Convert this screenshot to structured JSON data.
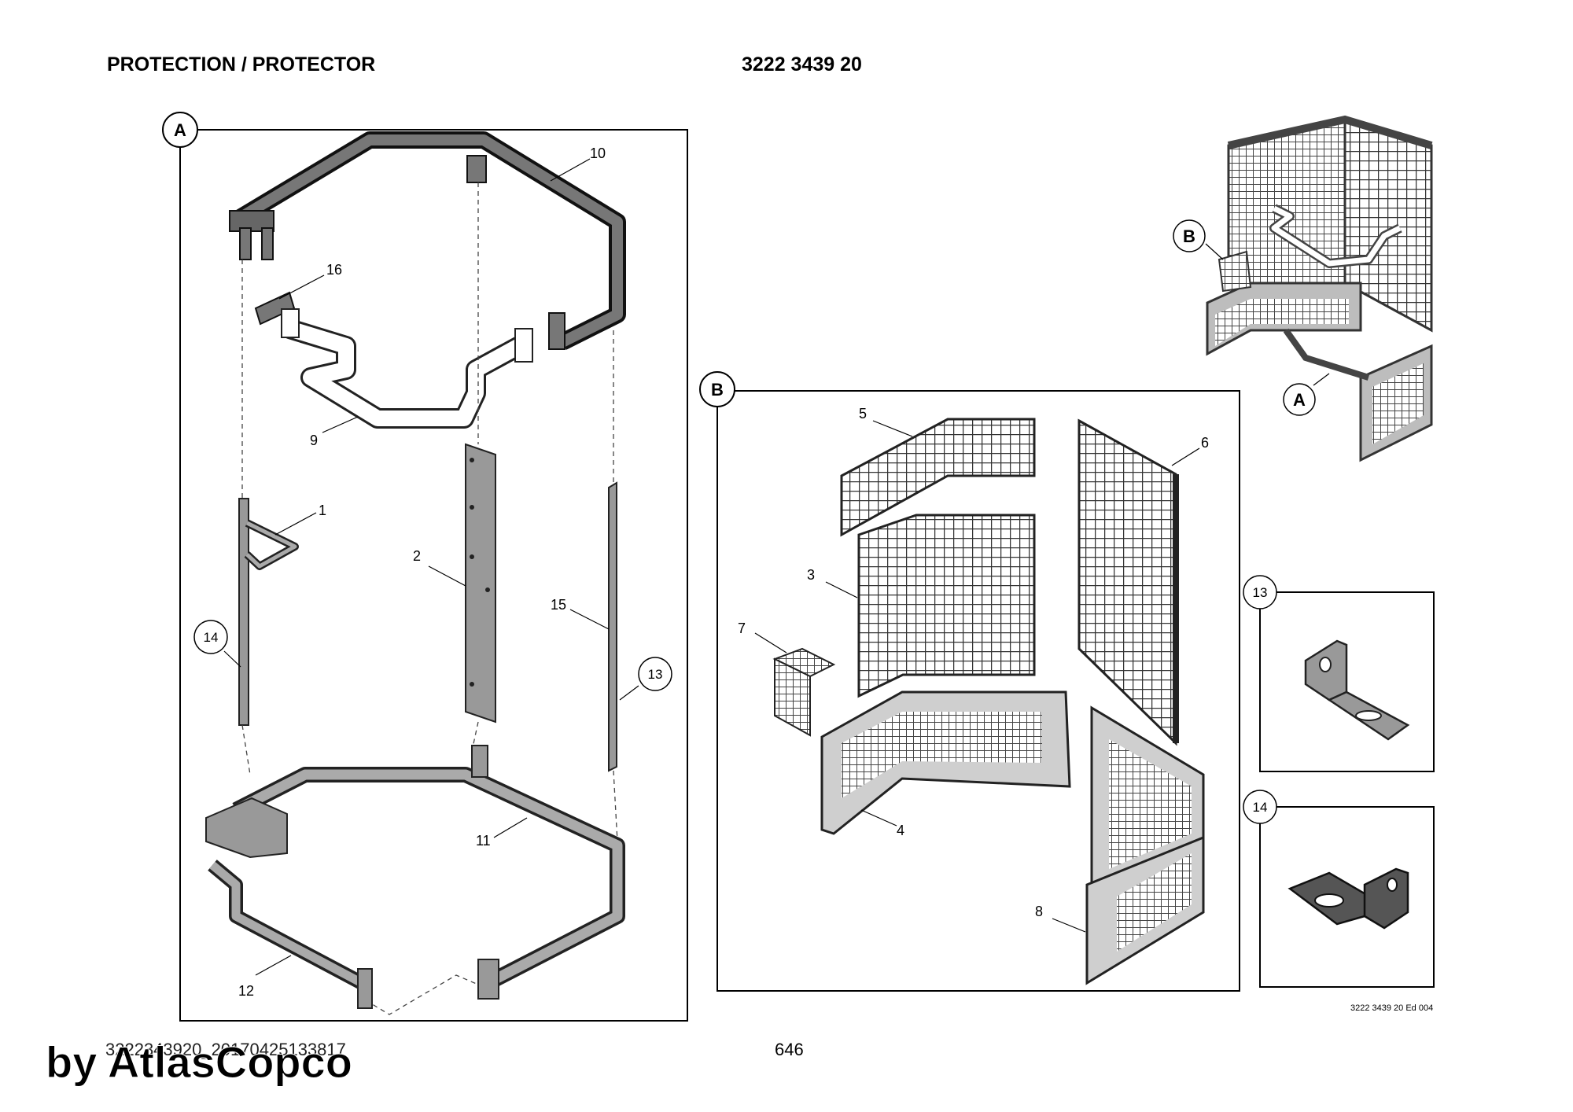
{
  "header": {
    "title": "PROTECTION / PROTECTOR",
    "part_number": "3222 3439 20"
  },
  "views": {
    "a": "A",
    "b": "B"
  },
  "callouts": {
    "c1": "1",
    "c2": "2",
    "c3": "3",
    "c4": "4",
    "c5": "5",
    "c6": "6",
    "c7": "7",
    "c8": "8",
    "c9": "9",
    "c10": "10",
    "c11": "11",
    "c12": "12",
    "c13": "13",
    "c14": "14",
    "c15": "15",
    "c16": "16"
  },
  "detail_labels": {
    "d13": "13",
    "d14": "14"
  },
  "drawing_ref": "3222 3439 20 Ed 004",
  "footer": {
    "doc_code": "3222343920_20170425133817",
    "page": "646",
    "brand": "by AtlasCopco"
  }
}
